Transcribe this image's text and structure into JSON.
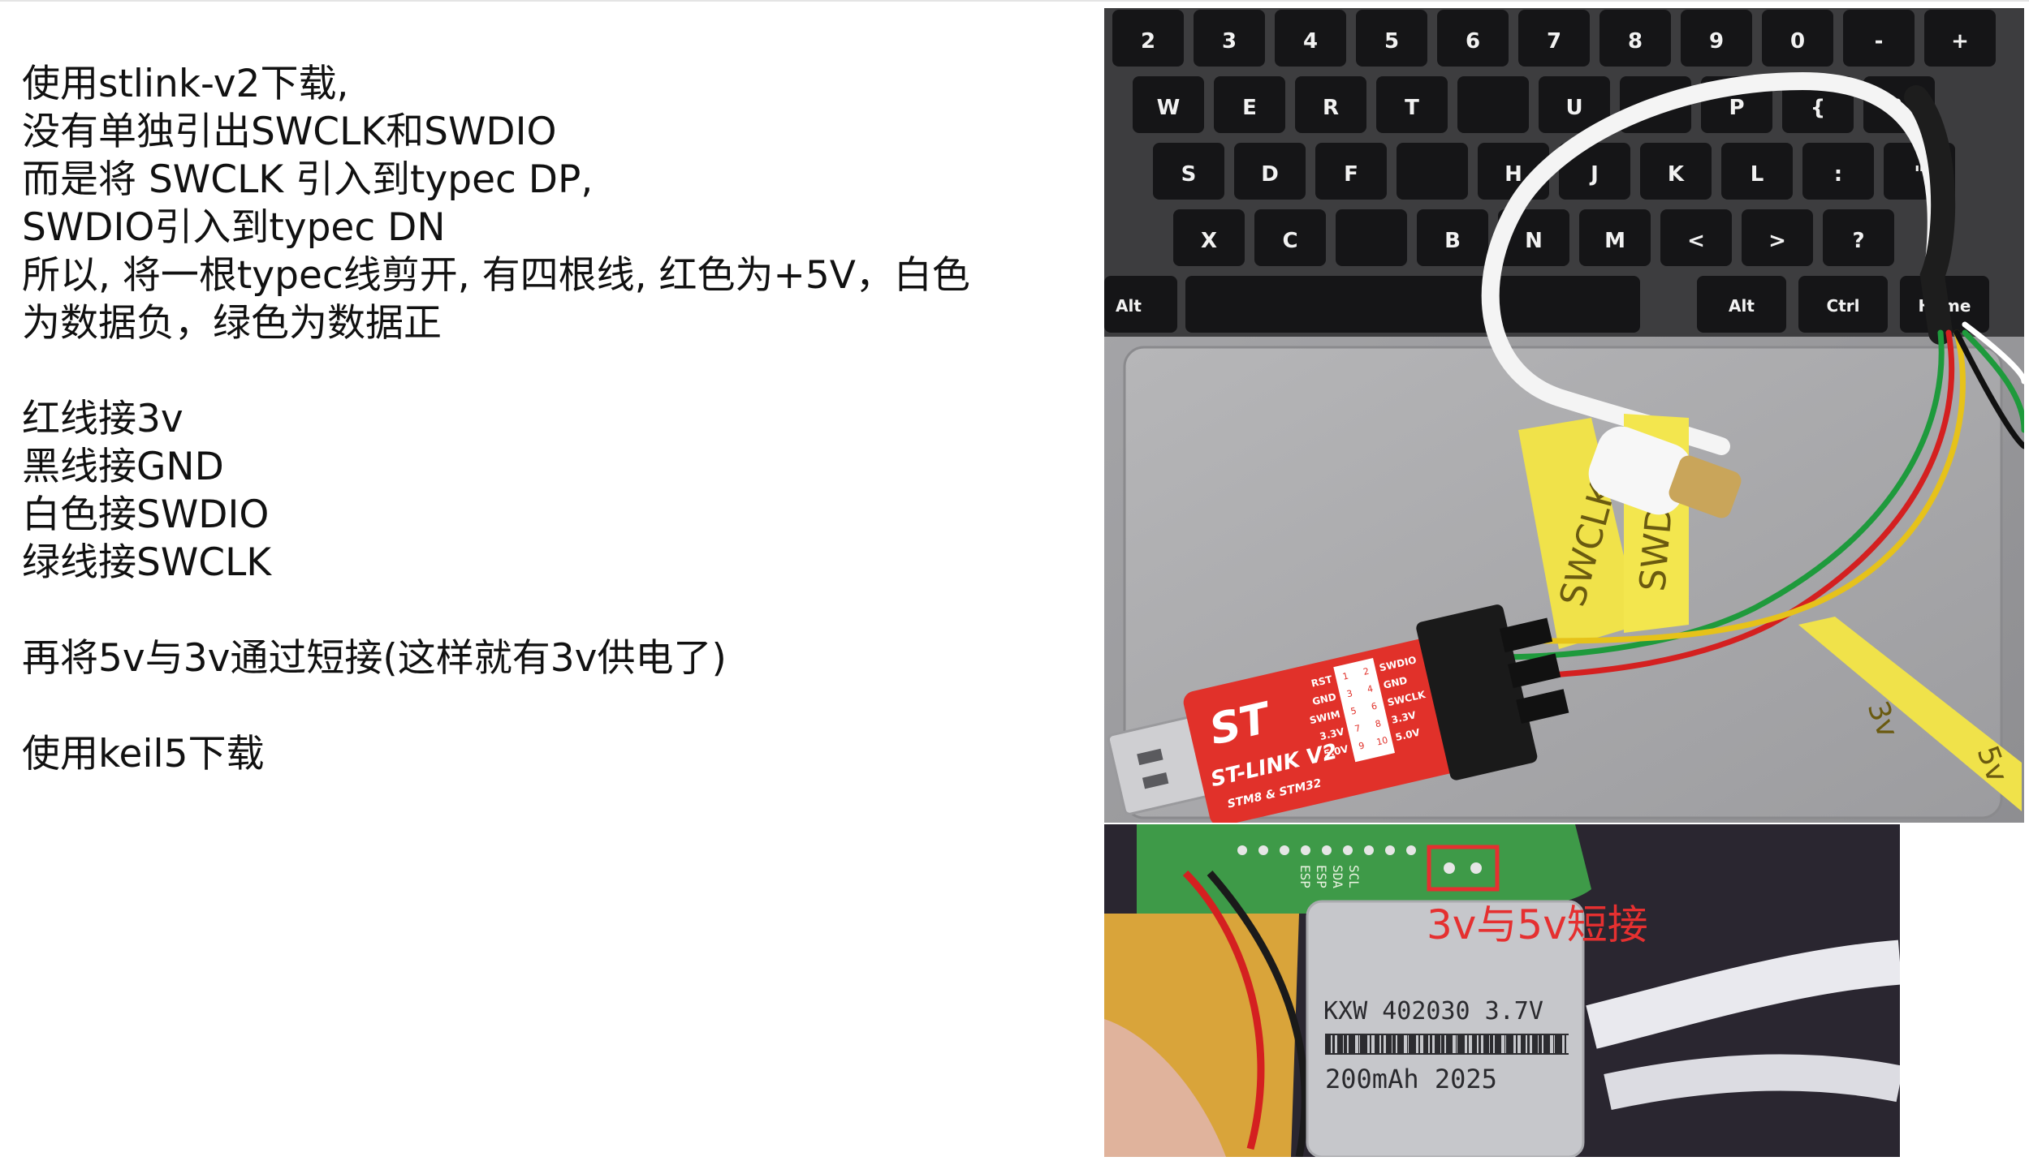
{
  "instructions": {
    "lines": [
      "使用stlink-v2下载,",
      "没有单独引出SWCLK和SWDIO",
      "而是将 SWCLK 引入到typec DP,",
      "SWDIO引入到typec DN",
      "所以, 将一根typec线剪开, 有四根线, 红色为+5V，白色",
      "为数据负，绿色为数据正",
      "",
      "红线接3v",
      "黑线接GND",
      "白色接SWDIO",
      "绿线接SWCLK",
      "",
      "再将5v与3v通过短接(这样就有3v供电了)",
      "",
      "使用keil5下载"
    ]
  },
  "photo_top": {
    "keyboard_rows": [
      [
        "2",
        "3",
        "4",
        "5",
        "6",
        "7",
        "8",
        "9",
        "0",
        "-",
        "+"
      ],
      [
        "W",
        "E",
        "R",
        "T",
        "",
        "U",
        "",
        "P",
        "{",
        "}"
      ],
      [
        "S",
        "D",
        "F",
        "",
        "H",
        "J",
        "K",
        "L",
        ":",
        "\""
      ],
      [
        "X",
        "C",
        "",
        "B",
        "N",
        "M",
        "<",
        ">",
        "?"
      ]
    ],
    "keyboard_alt_left": "Alt",
    "keyboard_alt_right": "Alt",
    "keyboard_ctrl": "Ctrl",
    "keyboard_home": "Home",
    "stlink_brand": "ST",
    "stlink_title": "ST-LINK V2",
    "stlink_subtitle": "STM8 & STM32",
    "stlink_pins_left": [
      "RST",
      "GND",
      "SWIM",
      "3.3V",
      "5.0V"
    ],
    "stlink_pins_right": [
      "SWDIO",
      "GND",
      "SWCLK",
      "3.3V",
      "5.0V"
    ],
    "stlink_pin_numbers_left": [
      "1",
      "3",
      "5",
      "7",
      "9"
    ],
    "stlink_pin_numbers_right": [
      "2",
      "4",
      "6",
      "8",
      "10"
    ],
    "tag_swclk": "SWCLK",
    "tag_swdio": "SWDIO",
    "tag_3v": "3v",
    "tag_5v": "5v"
  },
  "photo_bottom": {
    "pcb_silkscreen": [
      "SCL",
      "SDA",
      "ESP",
      "ESP"
    ],
    "battery_model": "KXW 402030 3.7V",
    "battery_capacity": "200mAh 2025",
    "annotation": "3v与5v短接",
    "annotation_color": "#e53030"
  }
}
